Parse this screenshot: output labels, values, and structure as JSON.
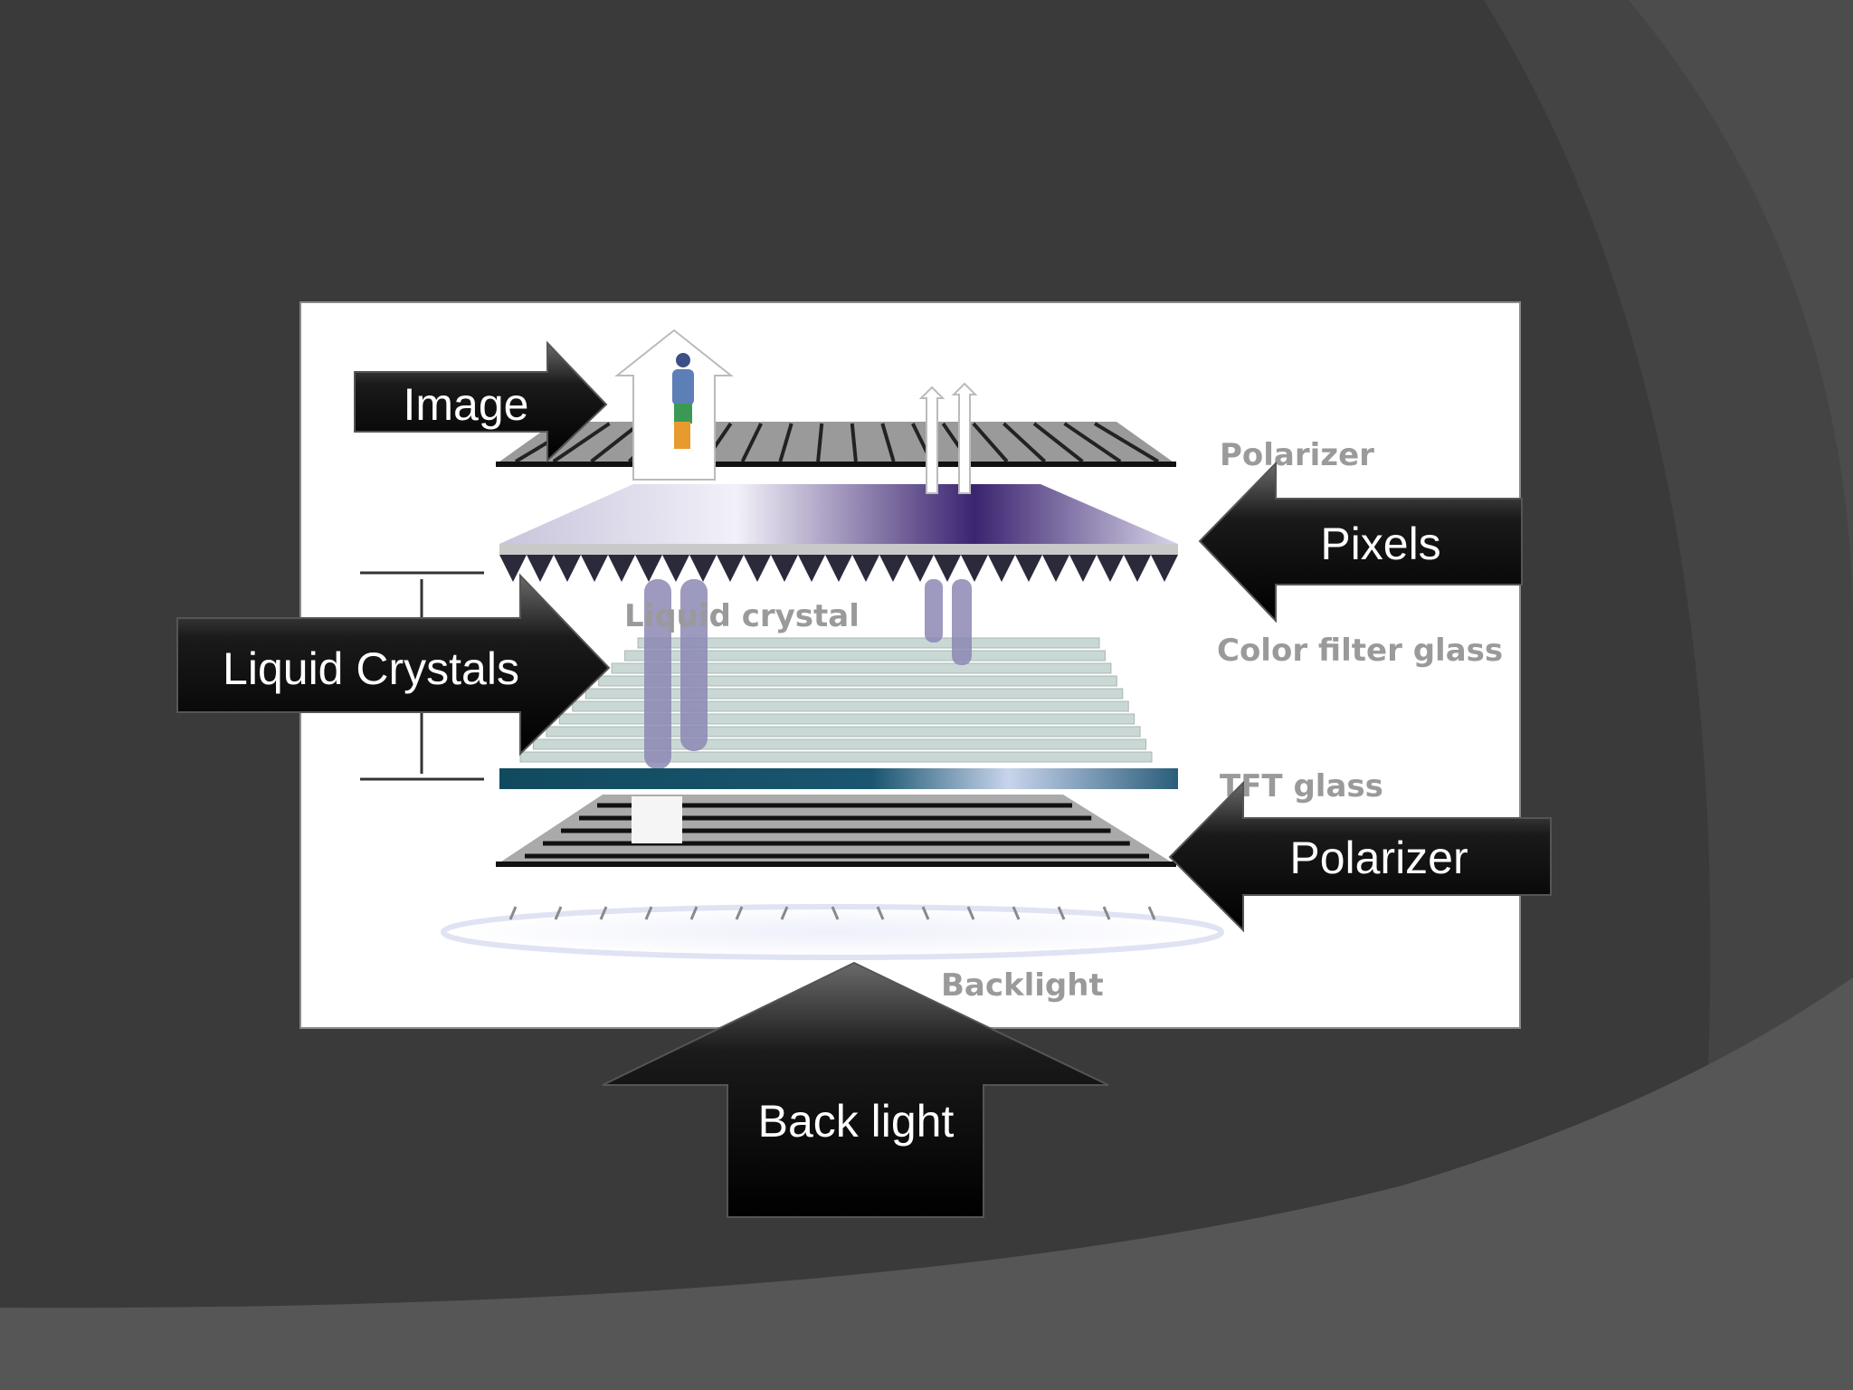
{
  "slide": {
    "background_color": "#3a3a3b",
    "accent_arc_color": "#4a4a4b",
    "swoosh_color": "#565657"
  },
  "diagram": {
    "layer_labels": {
      "top_polarizer": "Polarizer",
      "color_filter": "Color filter glass",
      "liquid_crystal": "Liquid crystal",
      "tft_glass": "TFT glass",
      "backlight": "Backlight"
    },
    "colors": {
      "purple": "#3b2470",
      "tft": "#114a5e",
      "stripes": "#c9d8d4"
    }
  },
  "callouts": {
    "image": "Image",
    "pixels": "Pixels",
    "liquid_crystals": "Liquid Crystals",
    "polarizer": "Polarizer",
    "back_light": "Back light"
  }
}
